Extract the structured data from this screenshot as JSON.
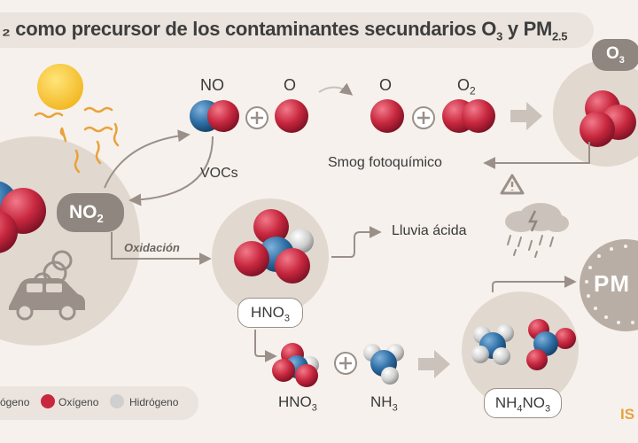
{
  "header": {
    "title_main": "₂ como precursor de los contaminantes secundarios O",
    "title_o3_sub": "3",
    "title_and": " y PM",
    "title_pm_sub": "2.5"
  },
  "molecules": {
    "no": "NO",
    "o_reactant": "O",
    "o_product": "O",
    "o2": "O",
    "o2_sub": "2",
    "no2": "NO",
    "no2_sub": "2",
    "o3": "O",
    "o3_sub": "3",
    "hno3_main": "HNO",
    "hno3_main_sub": "3",
    "hno3_bottom": "HNO",
    "hno3_bottom_sub": "3",
    "nh3": "NH",
    "nh3_sub": "3",
    "nh4no3_a": "NH",
    "nh4no3_a_sub": "4",
    "nh4no3_b": "NO",
    "nh4no3_b_sub": "3",
    "pm": "PM"
  },
  "labels": {
    "vocs": "VOCs",
    "smog": "Smog fotoquímico",
    "oxidacion": "Oxidación",
    "lluvia": "Lluvia ácida"
  },
  "legend": [
    {
      "label": "ógeno",
      "color": "#2f6fa6"
    },
    {
      "label": "Oxígeno",
      "color": "#c8283f"
    },
    {
      "label": "Hidrógeno",
      "color": "#cfcfcf"
    }
  ],
  "brand": "IS",
  "colors": {
    "nitrogen": "#2f6fa6",
    "oxygen": "#c8283f",
    "hydrogen": "#cfcfcf",
    "sun": "#f7c12b",
    "sun_rays": "#e9a23b",
    "background": "#f6f1ec",
    "circle": "#e1d8d0"
  }
}
